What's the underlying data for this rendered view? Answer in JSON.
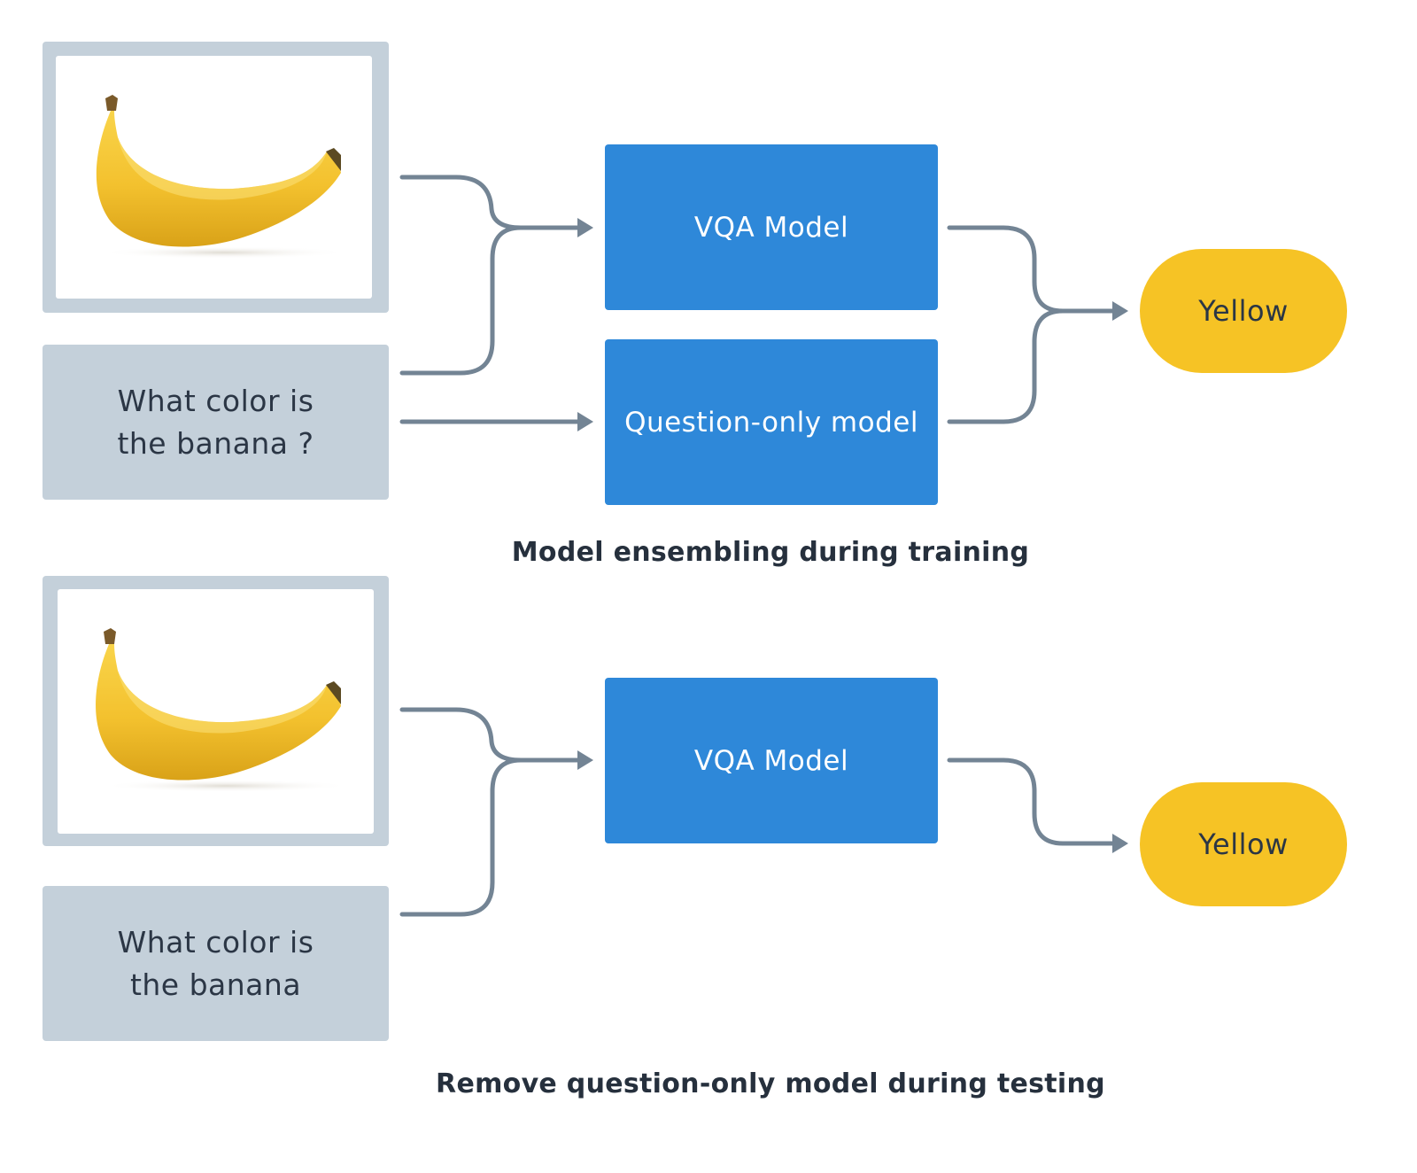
{
  "training": {
    "question_text": "What color is the banana ?",
    "vqa_model_label": "VQA Model",
    "question_only_model_label": "Question-only model",
    "answer_label": "Yellow",
    "caption": "Model ensembling during training"
  },
  "testing": {
    "question_text": "What color is the banana",
    "vqa_model_label": "VQA Model",
    "answer_label": "Yellow",
    "caption": "Remove question-only model during testing"
  },
  "colors": {
    "panel": "#c4d0da",
    "model_box": "#2e88d9",
    "answer_pill": "#f6c325",
    "connector": "#738494",
    "text_dark": "#2b3645"
  },
  "icons": {
    "image_input": "banana-image"
  }
}
